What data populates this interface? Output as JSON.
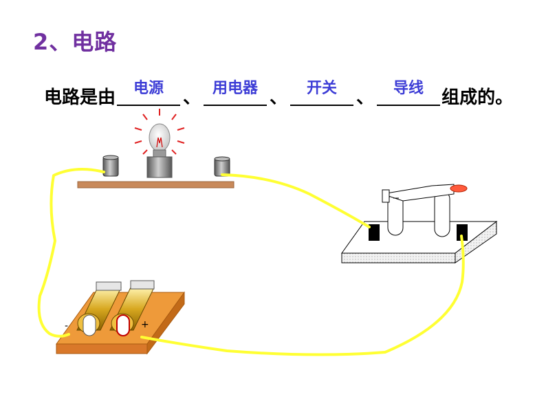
{
  "heading": "2、电路",
  "sentence": {
    "prefix": "电路是由",
    "answers": [
      "电源",
      "用电器",
      "开关",
      "导线"
    ],
    "separator": "、",
    "suffix": "组成的。"
  },
  "colors": {
    "heading": "#7030a0",
    "answer": "#3d3dd6",
    "wire": "#ffff33",
    "board": "#d9782a",
    "shelf": "#c8895a",
    "filament_glow": "#e02020",
    "switch_tip": "#ff5a3c"
  },
  "icons": [
    "light-bulb-icon",
    "battery-box-icon",
    "knife-switch-icon",
    "wire-icon"
  ]
}
